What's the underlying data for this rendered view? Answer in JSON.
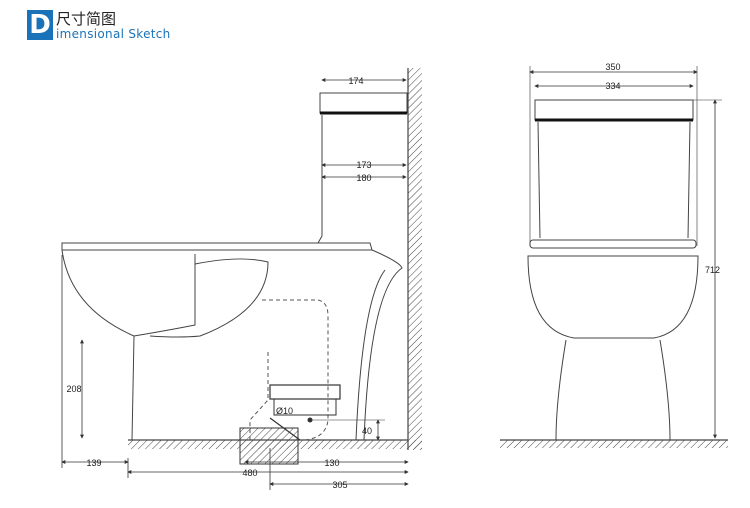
{
  "header": {
    "logo_letter": "D",
    "title_cn": "尺寸简图",
    "title_en": "imensional Sketch"
  },
  "colors": {
    "accent": "#1a73b8",
    "line": "#444444"
  },
  "dimensions": {
    "side": {
      "d174": "174",
      "d173": "173",
      "d180": "180",
      "d208": "208",
      "d10": "Ø10",
      "d40": "40",
      "d139": "139",
      "d480": "480",
      "d130": "130",
      "d305": "305"
    },
    "front": {
      "d350": "350",
      "d334": "334",
      "d712": "712"
    }
  }
}
